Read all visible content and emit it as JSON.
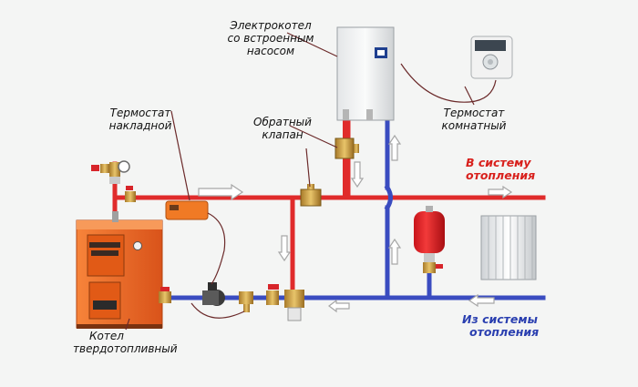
{
  "labels": {
    "electric_boiler_1": "Электрокотел",
    "electric_boiler_2": "со встроенным",
    "electric_boiler_3": "насосом",
    "thermostat_overlay_1": "Термостат",
    "thermostat_overlay_2": "накладной",
    "check_valve_1": "Обратный",
    "check_valve_2": "клапан",
    "thermostat_room_1": "Термостат",
    "thermostat_room_2": "комнатный",
    "supply_1": "В систему",
    "supply_2": "отопления",
    "return_1": "Из системы",
    "return_2": "отопления",
    "solid_boiler_1": "Котел",
    "solid_boiler_2": "твердотопливный"
  },
  "colors": {
    "supply_pipe": "#e02b2b",
    "return_pipe": "#3a4cc0",
    "boiler_body": "#ef6a1e",
    "leader_line": "#6b2a2a",
    "arrow_fill": "#ffffff",
    "arrow_stroke": "#a7a7a7"
  },
  "icons": [
    "solid-fuel-boiler-icon",
    "electric-boiler-icon",
    "room-thermostat-icon",
    "expansion-tank-icon",
    "radiator-icon",
    "circulation-pump-icon",
    "check-valve-icon",
    "safety-group-icon",
    "strap-on-thermostat-icon",
    "mixing-valve-icon",
    "filter-icon",
    "ball-valve-icon"
  ]
}
